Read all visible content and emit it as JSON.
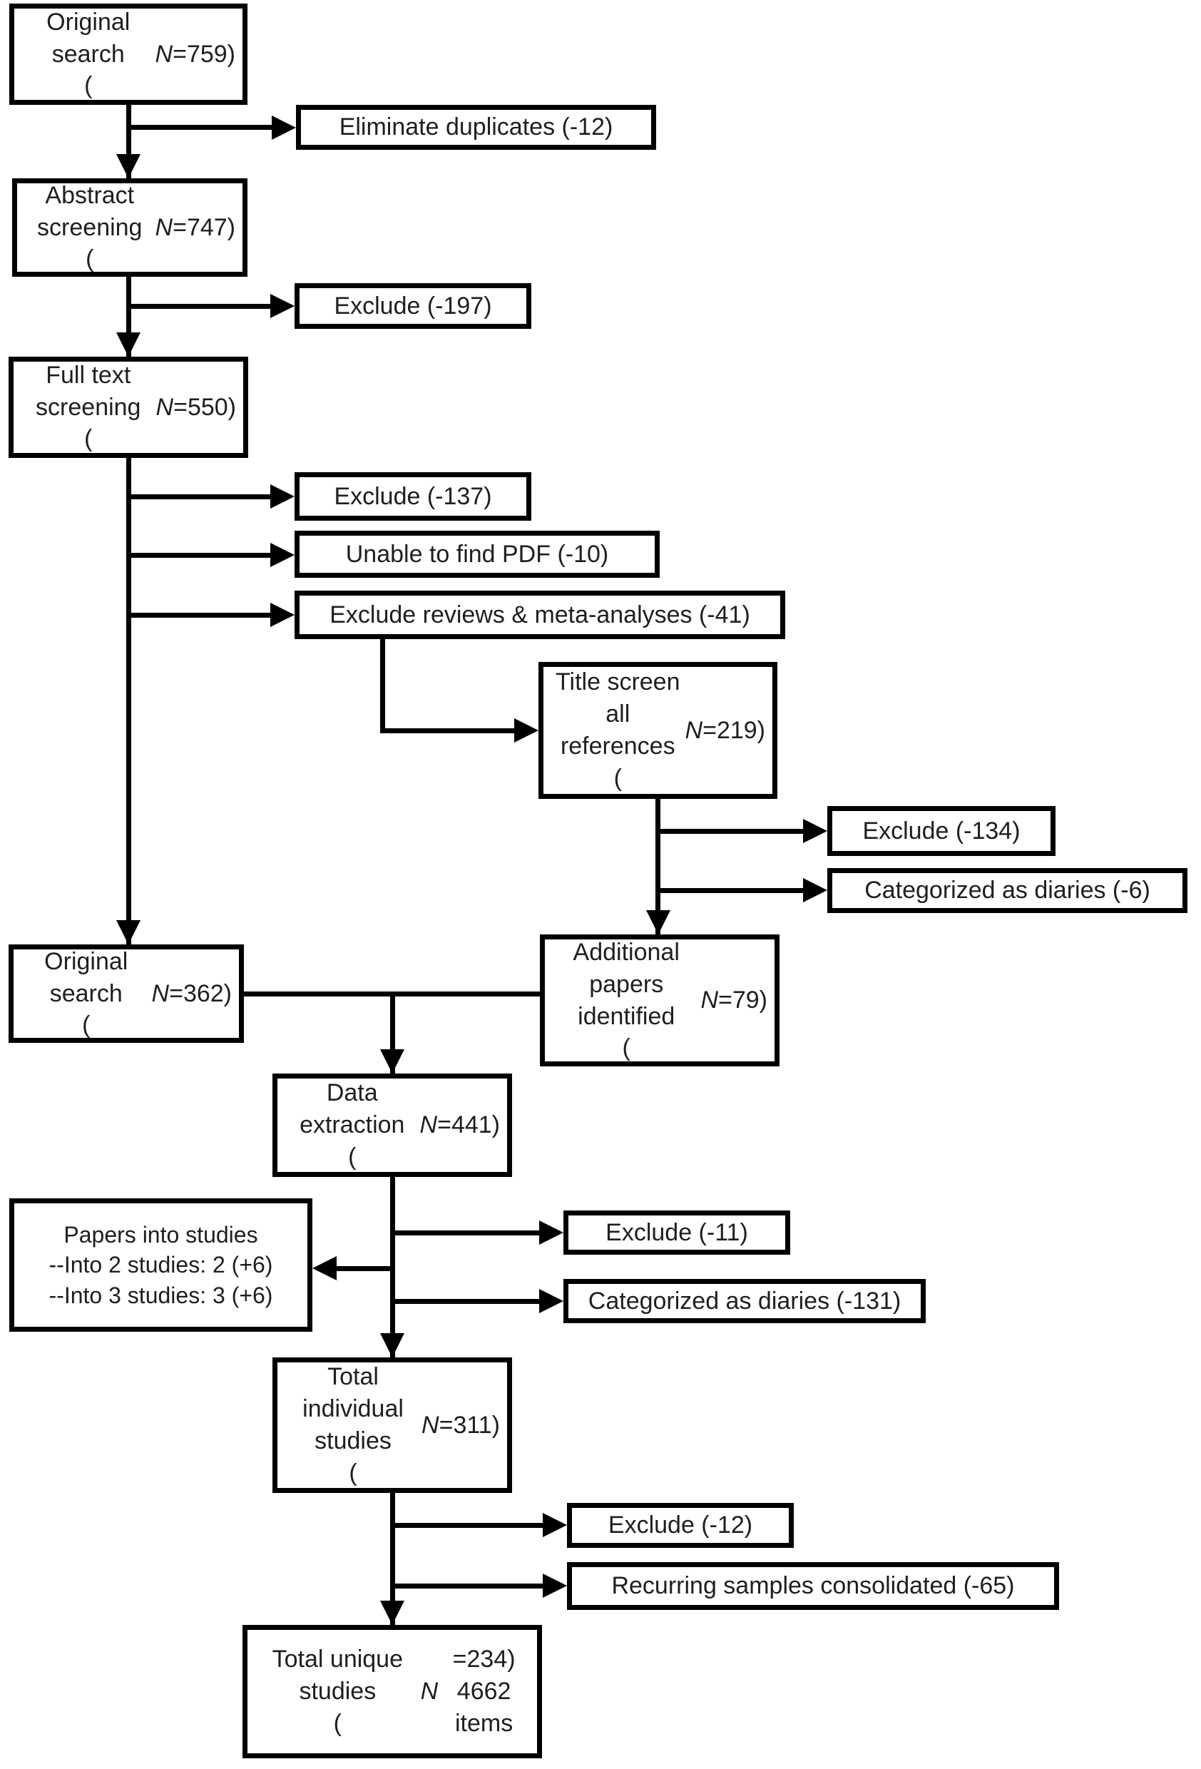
{
  "colors": {
    "line": "#000000",
    "box_fill": "#ffffff",
    "box_border": "#000000",
    "text": "#1f1f1f",
    "background": "#ffffff"
  },
  "nodes": {
    "original_search_1": {
      "label": "Original search\n(N=759)"
    },
    "eliminate_duplicates": {
      "label": "Eliminate duplicates (-12)"
    },
    "abstract_screening": {
      "label": "Abstract screening\n(N=747)"
    },
    "exclude_197": {
      "label": "Exclude (-197)"
    },
    "full_text_screening": {
      "label": "Full text screening\n(N=550)"
    },
    "exclude_137": {
      "label": "Exclude (-137)"
    },
    "unable_to_find_pdf": {
      "label": "Unable to find PDF (-10)"
    },
    "exclude_reviews_meta": {
      "label": "Exclude reviews & meta-analyses (-41)"
    },
    "title_screen_references": {
      "label": "Title screen all\nreferences\n(N=219)"
    },
    "exclude_134": {
      "label": "Exclude (-134)"
    },
    "categorized_diaries_6": {
      "label": "Categorized as diaries (-6)"
    },
    "original_search_2": {
      "label": "Original search\n(N=362)"
    },
    "additional_papers": {
      "label": "Additional papers\nidentified\n(N=79)"
    },
    "data_extraction": {
      "label": "Data extraction\n(N=441)"
    },
    "papers_into_studies": {
      "label": "Papers into studies\n--Into 2 studies: 2 (+6)\n--Into 3 studies: 3 (+6)"
    },
    "exclude_11": {
      "label": "Exclude (-11)"
    },
    "categorized_diaries_131": {
      "label": "Categorized as diaries (-131)"
    },
    "total_individual_studies": {
      "label": "Total individual\nstudies\n(N=311)"
    },
    "exclude_12": {
      "label": "Exclude (-12)"
    },
    "recurring_samples": {
      "label": "Recurring samples consolidated (-65)"
    },
    "total_unique_studies": {
      "label": "Total unique studies\n(N=234)\n4662 items"
    }
  }
}
